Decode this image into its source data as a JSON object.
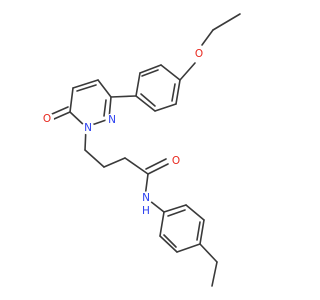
{
  "molecule": {
    "atoms": {
      "ethoxy_O": "O",
      "ring_O": "O",
      "ring_N1": "N",
      "ring_N2": "N",
      "amide_O": "O",
      "amide_N": "N",
      "amide_H": "H"
    },
    "colors": {
      "bond": "#3a3a3a",
      "oxygen": "#e8281e",
      "nitrogen": "#2a3ff0",
      "background": "#ffffff"
    }
  }
}
